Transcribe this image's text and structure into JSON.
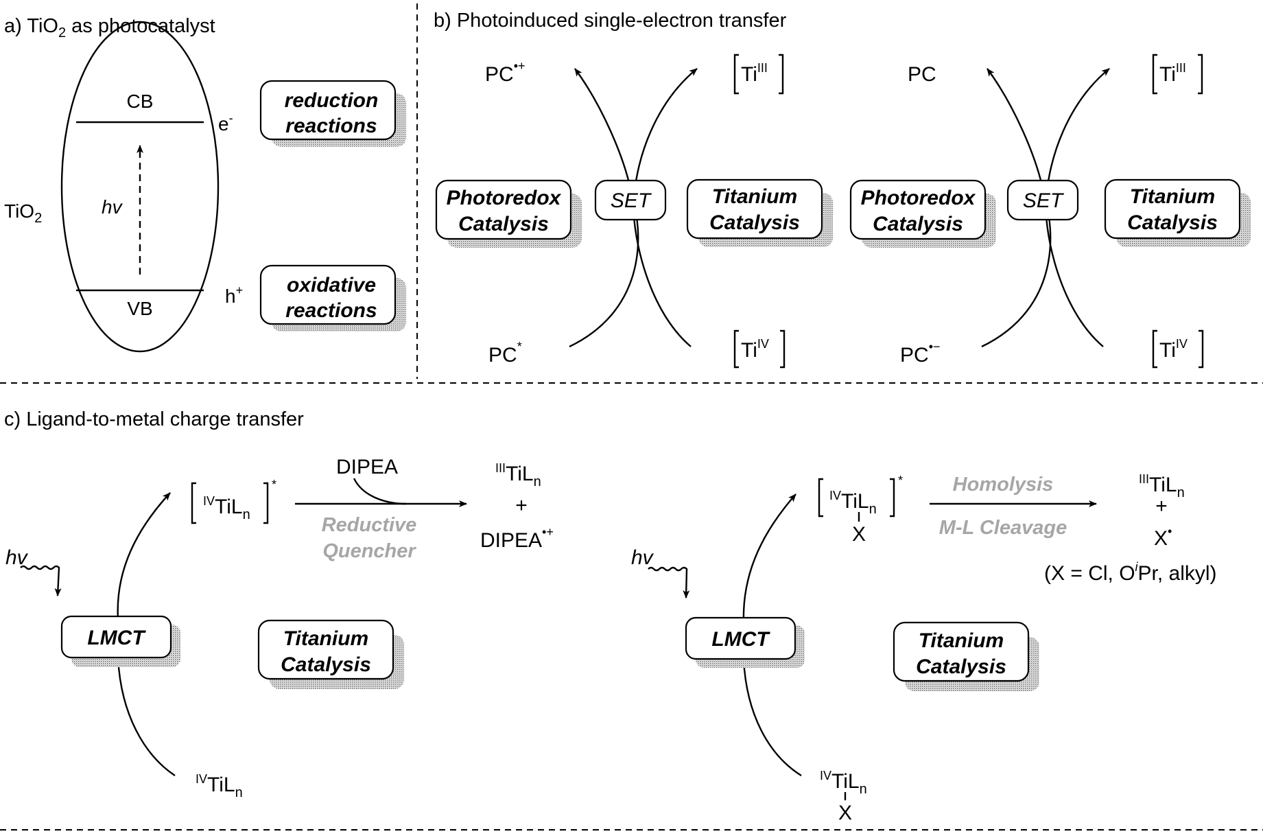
{
  "panel_a": {
    "title_pre": "a) TiO",
    "title_sub": "2",
    "title_post": " as photocatalyst",
    "cb": "CB",
    "vb": "VB",
    "hv": "hv",
    "tio2": "TiO",
    "tio2_sub": "2",
    "e": "e",
    "e_sup": "-",
    "h": "h",
    "h_sup": "+",
    "reduction_1": "reduction",
    "reduction_2": "reactions",
    "oxidative_1": "oxidative",
    "oxidative_2": "reactions"
  },
  "panel_b": {
    "title": "b) Photoinduced single-electron transfer",
    "left": {
      "pc_top": "PC",
      "pc_top_sup": "•+",
      "pc_bottom": "PC",
      "pc_bottom_sup": "*",
      "ti_top": "Ti",
      "ti_top_sup": "III",
      "ti_bottom": "Ti",
      "ti_bottom_sup": "IV",
      "photoredox_1": "Photoredox",
      "photoredox_2": "Catalysis",
      "set": "SET",
      "titanium_1": "Titanium",
      "titanium_2": "Catalysis"
    },
    "right": {
      "pc_top": "PC",
      "pc_bottom": "PC",
      "pc_bottom_sup": "•−",
      "ti_top": "Ti",
      "ti_top_sup": "III",
      "ti_bottom": "Ti",
      "ti_bottom_sup": "IV",
      "photoredox_1": "Photoredox",
      "photoredox_2": "Catalysis",
      "set": "SET",
      "titanium_1": "Titanium",
      "titanium_2": "Catalysis"
    }
  },
  "panel_c": {
    "title": "c)  Ligand-to-metal charge transfer",
    "left": {
      "hv": "hv",
      "lmct": "LMCT",
      "titanium_1": "Titanium",
      "titanium_2": "Catalysis",
      "excited_pre": "IV",
      "excited_main": "TiL",
      "excited_sub": "n",
      "excited_star": "*",
      "dipea": "DIPEA",
      "reductive_1": "Reductive",
      "reductive_2": "Quencher",
      "product_pre": "III",
      "product_main": "TiL",
      "product_sub": "n",
      "plus": "+",
      "dipea_radical": "DIPEA",
      "dipea_radical_sup": "•+",
      "ground_pre": "IV",
      "ground_main": "TiL",
      "ground_sub": "n"
    },
    "right": {
      "hv": "hv",
      "lmct": "LMCT",
      "titanium_1": "Titanium",
      "titanium_2": "Catalysis",
      "excited_pre": "IV",
      "excited_main": "TiL",
      "excited_sub": "n",
      "excited_star": "*",
      "excited_x": "X",
      "homolysis": "Homolysis",
      "cleavage": "M-L Cleavage",
      "product_pre": "III",
      "product_main": "TiL",
      "product_sub": "n",
      "plus": "+",
      "x_radical": "X",
      "x_radical_sup": "•",
      "note_pre": "(X = Cl, O",
      "note_sup": "i",
      "note_post": "Pr, alkyl)",
      "ground_pre": "IV",
      "ground_main": "TiL",
      "ground_sub": "n",
      "ground_x": "X"
    }
  }
}
